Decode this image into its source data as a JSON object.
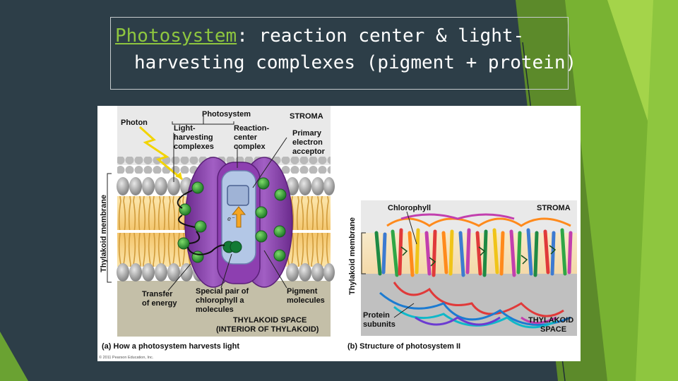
{
  "slide": {
    "title": {
      "keyword": "Photosystem",
      "rest1": ": reaction center & light-",
      "line2": "harvesting complexes (pigment + protein)"
    }
  },
  "figure": {
    "panel_a": {
      "photosystem": "Photosystem",
      "stroma": "STROMA",
      "photon": "Photon",
      "lhc": [
        "Light-",
        "harvesting",
        "complexes"
      ],
      "rcc": [
        "Reaction-",
        "center",
        "complex"
      ],
      "pea": [
        "Primary",
        "electron",
        "acceptor"
      ],
      "membrane": "Thylakoid membrane",
      "electron": "e⁻",
      "transfer": [
        "Transfer",
        "of energy"
      ],
      "special": [
        "Special pair of",
        "chlorophyll a",
        "molecules"
      ],
      "pigment": [
        "Pigment",
        "molecules"
      ],
      "space": [
        "THYLAKOID SPACE",
        "(INTERIOR OF THYLAKOID)"
      ],
      "caption": "(a) How a photosystem harvests light",
      "copyright": "© 2011 Pearson Education, Inc."
    },
    "panel_b": {
      "chlorophyll": "Chlorophyll",
      "stroma": "STROMA",
      "membrane": "Thylakoid membrane",
      "protein": [
        "Protein",
        "subunits"
      ],
      "space": [
        "THYLAKOID",
        "SPACE"
      ],
      "caption": "(b) Structure of photosystem II"
    }
  },
  "colors": {
    "background": "#2d3e48",
    "accent_green": "#8ec63f",
    "title_text": "#ffffff"
  }
}
